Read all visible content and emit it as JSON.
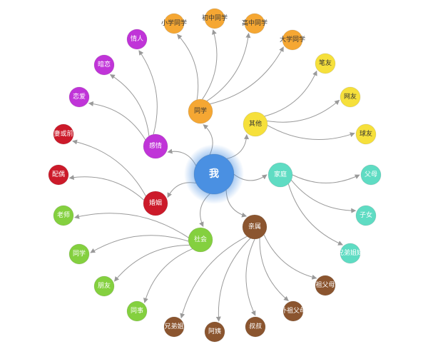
{
  "colors": {
    "center": "#4a90e2",
    "school": "#f5a733",
    "other": "#f6e03b",
    "family": "#5fdcc3",
    "relatives": "#8b552f",
    "social": "#84d03f",
    "marriage": "#cc1a2a",
    "emotion": "#c034d8",
    "edge": "#9a9a9a"
  },
  "nodes": {
    "center": {
      "label": "我",
      "color": "center"
    },
    "schoolmates": {
      "label": "同学",
      "color": "school"
    },
    "primary": {
      "label": "小学同学",
      "color": "school"
    },
    "junior": {
      "label": "初中同学",
      "color": "school"
    },
    "senior": {
      "label": "高中同学",
      "color": "school"
    },
    "college": {
      "label": "大学同学",
      "color": "school"
    },
    "other": {
      "label": "其他",
      "color": "other"
    },
    "penpal": {
      "label": "笔友",
      "color": "other"
    },
    "netfriend": {
      "label": "网友",
      "color": "other"
    },
    "ballfriend": {
      "label": "球友",
      "color": "other"
    },
    "family": {
      "label": "家庭",
      "color": "family"
    },
    "parents": {
      "label": "父母",
      "color": "family"
    },
    "children": {
      "label": "子女",
      "color": "family"
    },
    "siblings": {
      "label": "兄弟姐妹",
      "color": "family"
    },
    "relatives": {
      "label": "亲属",
      "color": "relatives"
    },
    "grandparents": {
      "label": "祖父母",
      "color": "relatives"
    },
    "maternalgp": {
      "label": "外祖父母",
      "color": "relatives"
    },
    "uncle": {
      "label": "叔叔",
      "color": "relatives"
    },
    "aunt": {
      "label": "阿姨",
      "color": "relatives"
    },
    "cousins": {
      "label": "兄弟姐",
      "color": "relatives"
    },
    "social": {
      "label": "社会",
      "color": "social"
    },
    "colleague": {
      "label": "同事",
      "color": "social"
    },
    "friend": {
      "label": "朋友",
      "color": "social"
    },
    "classmate2": {
      "label": "同学",
      "color": "social"
    },
    "teacher": {
      "label": "老师",
      "color": "social"
    },
    "marriage": {
      "label": "婚姻",
      "color": "marriage"
    },
    "spouse": {
      "label": "配偶",
      "color": "marriage"
    },
    "exspouse": {
      "label": "妻或前",
      "color": "marriage"
    },
    "emotion": {
      "label": "感情",
      "color": "emotion"
    },
    "love": {
      "label": "恋爱",
      "color": "emotion"
    },
    "crush": {
      "label": "暗恋",
      "color": "emotion"
    },
    "lover": {
      "label": "情人",
      "color": "emotion"
    }
  },
  "edges": [
    [
      "center",
      "schoolmates"
    ],
    [
      "center",
      "other"
    ],
    [
      "center",
      "family"
    ],
    [
      "center",
      "relatives"
    ],
    [
      "center",
      "social"
    ],
    [
      "center",
      "marriage"
    ],
    [
      "center",
      "emotion"
    ],
    [
      "schoolmates",
      "primary"
    ],
    [
      "schoolmates",
      "junior"
    ],
    [
      "schoolmates",
      "senior"
    ],
    [
      "schoolmates",
      "college"
    ],
    [
      "other",
      "penpal"
    ],
    [
      "other",
      "netfriend"
    ],
    [
      "other",
      "ballfriend"
    ],
    [
      "family",
      "parents"
    ],
    [
      "family",
      "children"
    ],
    [
      "family",
      "siblings"
    ],
    [
      "relatives",
      "grandparents"
    ],
    [
      "relatives",
      "maternalgp"
    ],
    [
      "relatives",
      "uncle"
    ],
    [
      "relatives",
      "aunt"
    ],
    [
      "relatives",
      "cousins"
    ],
    [
      "social",
      "colleague"
    ],
    [
      "social",
      "friend"
    ],
    [
      "social",
      "classmate2"
    ],
    [
      "social",
      "teacher"
    ],
    [
      "marriage",
      "spouse"
    ],
    [
      "marriage",
      "exspouse"
    ],
    [
      "emotion",
      "love"
    ],
    [
      "emotion",
      "crush"
    ],
    [
      "emotion",
      "lover"
    ]
  ]
}
